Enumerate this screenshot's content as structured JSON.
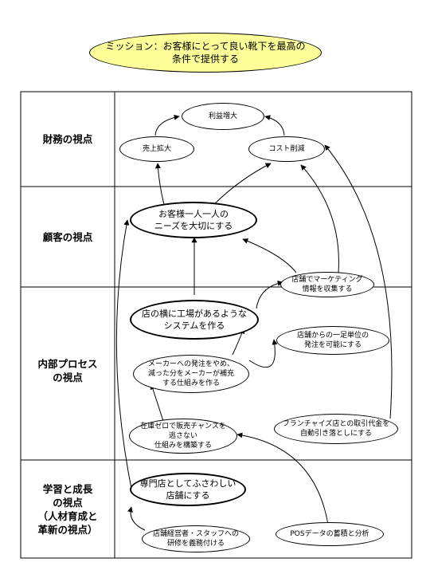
{
  "mission": {
    "line1": "ミッション：お客様にとって良い靴下を最高の",
    "line2": "条件で提供する"
  },
  "perspectives": {
    "financial": {
      "line1": "財務の視点"
    },
    "customer": {
      "line1": "顧客の視点"
    },
    "internal": {
      "line1": "内部プロセス",
      "line2": "の視点"
    },
    "learning": {
      "line1": "学習と成長",
      "line2": "の視点",
      "line3": "（人材育成と",
      "line4": "革新の視点）"
    }
  },
  "nodes": {
    "profit": {
      "line1": "利益増大"
    },
    "sales": {
      "line1": "売上拡大"
    },
    "cost": {
      "line1": "コスト削減"
    },
    "customer_needs": {
      "line1": "お客様一人一人の",
      "line2": "ニーズを大切にする"
    },
    "marketing": {
      "line1": "店舗でマーケティング",
      "line2": "情報を収集する"
    },
    "factory": {
      "line1": "店の横に工場があるような",
      "line2": "システムを作る"
    },
    "order_unit": {
      "line1": "店舗からの一足単位の",
      "line2": "発注を可能にする"
    },
    "maker_order": {
      "line1": "メーカーへの発注をやめ、",
      "line2": "減った分をメーカーが補充",
      "line3": "する仕組みを作る"
    },
    "zero_stock": {
      "line1": "在庫ゼロで販売チャンスを",
      "line2": "逃さない",
      "line3": "仕組みを構築する"
    },
    "franchise": {
      "line1": "フランチャイズ店との取引代金を",
      "line2": "自動引き落としにする"
    },
    "specialty_store": {
      "line1": "専門店としてふさわしい",
      "line2": "店舗にする"
    },
    "training": {
      "line1": "店舗経営者・スタッフへの",
      "line2": "研修を義務付ける"
    },
    "pos": {
      "line1": "POSデータの蓄積と分析"
    }
  }
}
